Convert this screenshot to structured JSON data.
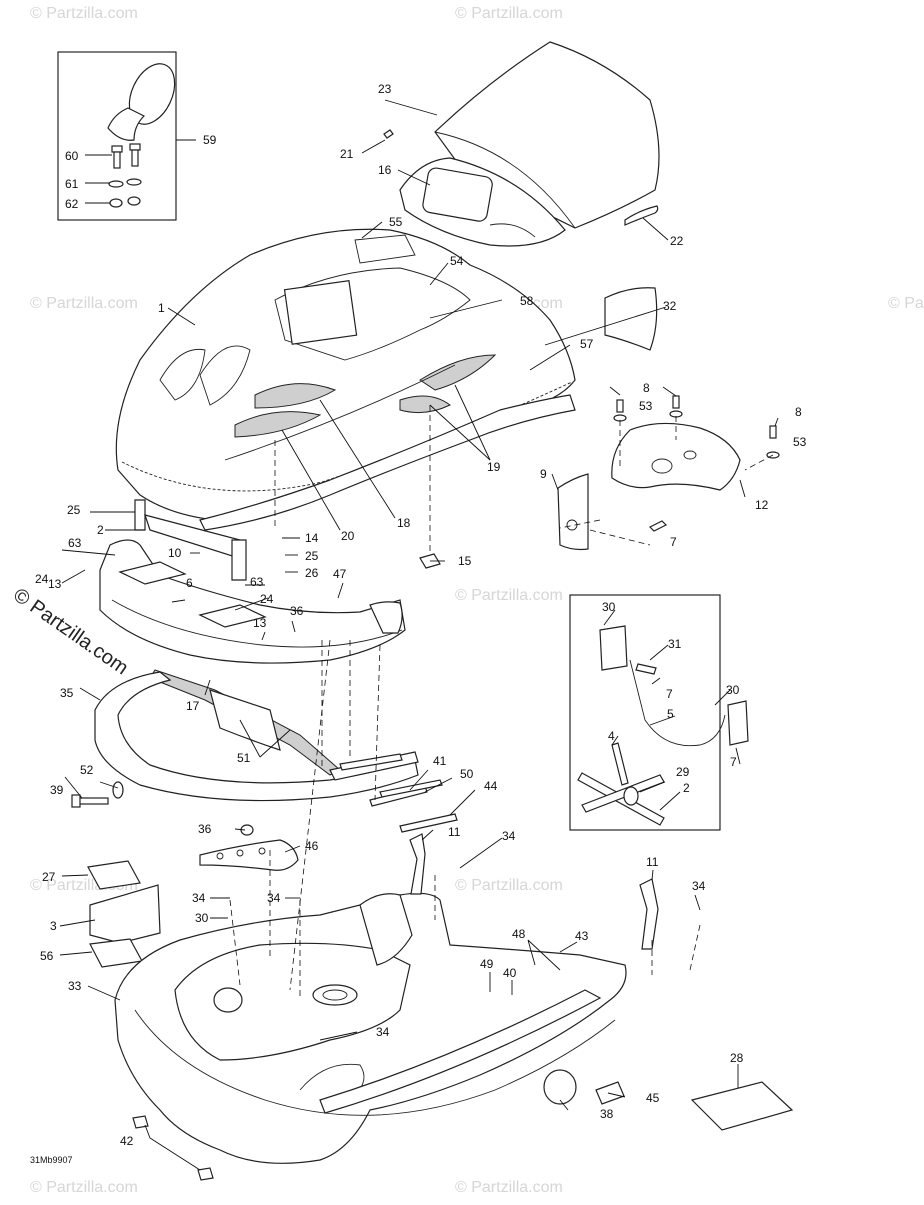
{
  "diagram": {
    "code": "31Mb9907",
    "watermark_main": "© Partzilla.com",
    "watermark_small": "© Partzilla.com",
    "callouts": [
      {
        "id": "c1",
        "label": "1"
      },
      {
        "id": "c2a",
        "label": "2"
      },
      {
        "id": "c2b",
        "label": "2"
      },
      {
        "id": "c3",
        "label": "3"
      },
      {
        "id": "c4",
        "label": "4"
      },
      {
        "id": "c5",
        "label": "5"
      },
      {
        "id": "c6",
        "label": "6"
      },
      {
        "id": "c7a",
        "label": "7"
      },
      {
        "id": "c7b",
        "label": "7"
      },
      {
        "id": "c7c",
        "label": "7"
      },
      {
        "id": "c8a",
        "label": "8"
      },
      {
        "id": "c8b",
        "label": "8"
      },
      {
        "id": "c9",
        "label": "9"
      },
      {
        "id": "c10",
        "label": "10"
      },
      {
        "id": "c11a",
        "label": "11"
      },
      {
        "id": "c11b",
        "label": "11"
      },
      {
        "id": "c12",
        "label": "12"
      },
      {
        "id": "c13a",
        "label": "13"
      },
      {
        "id": "c13b",
        "label": "13"
      },
      {
        "id": "c14",
        "label": "14"
      },
      {
        "id": "c15",
        "label": "15"
      },
      {
        "id": "c16",
        "label": "16"
      },
      {
        "id": "c17",
        "label": "17"
      },
      {
        "id": "c18",
        "label": "18"
      },
      {
        "id": "c19",
        "label": "19"
      },
      {
        "id": "c20",
        "label": "20"
      },
      {
        "id": "c21",
        "label": "21"
      },
      {
        "id": "c22",
        "label": "22"
      },
      {
        "id": "c23",
        "label": "23"
      },
      {
        "id": "c24a",
        "label": "24"
      },
      {
        "id": "c24b",
        "label": "24"
      },
      {
        "id": "c25a",
        "label": "25"
      },
      {
        "id": "c25b",
        "label": "25"
      },
      {
        "id": "c26",
        "label": "26"
      },
      {
        "id": "c27",
        "label": "27"
      },
      {
        "id": "c28",
        "label": "28"
      },
      {
        "id": "c29",
        "label": "29"
      },
      {
        "id": "c30a",
        "label": "30"
      },
      {
        "id": "c30b",
        "label": "30"
      },
      {
        "id": "c30c",
        "label": "30"
      },
      {
        "id": "c31",
        "label": "31"
      },
      {
        "id": "c32",
        "label": "32"
      },
      {
        "id": "c33",
        "label": "33"
      },
      {
        "id": "c34a",
        "label": "34"
      },
      {
        "id": "c34b",
        "label": "34"
      },
      {
        "id": "c34c",
        "label": "34"
      },
      {
        "id": "c34d",
        "label": "34"
      },
      {
        "id": "c34e",
        "label": "34"
      },
      {
        "id": "c35",
        "label": "35"
      },
      {
        "id": "c36a",
        "label": "36"
      },
      {
        "id": "c36b",
        "label": "36"
      },
      {
        "id": "c38",
        "label": "38"
      },
      {
        "id": "c39",
        "label": "39"
      },
      {
        "id": "c40",
        "label": "40"
      },
      {
        "id": "c41",
        "label": "41"
      },
      {
        "id": "c42",
        "label": "42"
      },
      {
        "id": "c43",
        "label": "43"
      },
      {
        "id": "c44",
        "label": "44"
      },
      {
        "id": "c45",
        "label": "45"
      },
      {
        "id": "c46",
        "label": "46"
      },
      {
        "id": "c47",
        "label": "47"
      },
      {
        "id": "c48",
        "label": "48"
      },
      {
        "id": "c49",
        "label": "49"
      },
      {
        "id": "c50",
        "label": "50"
      },
      {
        "id": "c51",
        "label": "51"
      },
      {
        "id": "c52",
        "label": "52"
      },
      {
        "id": "c53a",
        "label": "53"
      },
      {
        "id": "c53b",
        "label": "53"
      },
      {
        "id": "c54",
        "label": "54"
      },
      {
        "id": "c55",
        "label": "55"
      },
      {
        "id": "c56",
        "label": "56"
      },
      {
        "id": "c57",
        "label": "57"
      },
      {
        "id": "c58",
        "label": "58"
      },
      {
        "id": "c59",
        "label": "59"
      },
      {
        "id": "c60",
        "label": "60"
      },
      {
        "id": "c61",
        "label": "61"
      },
      {
        "id": "c62",
        "label": "62"
      },
      {
        "id": "c63a",
        "label": "63"
      },
      {
        "id": "c63b",
        "label": "63"
      }
    ]
  }
}
